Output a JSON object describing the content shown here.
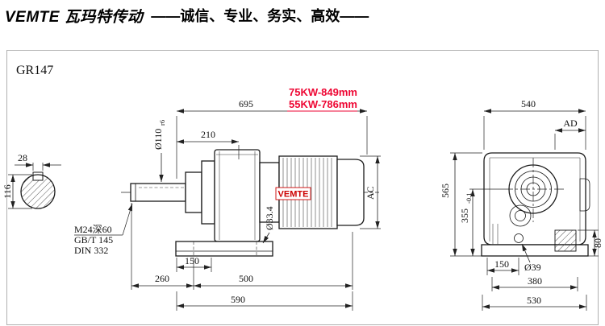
{
  "header": {
    "brand": "VEMTE 瓦玛特传动",
    "slogan": "——诚信、专业、务实、高效——"
  },
  "drawing": {
    "model": "GR147"
  },
  "annotations": {
    "power_75": "75KW-849mm",
    "power_55": "55KW-786mm",
    "motor_brand": "VEMTE"
  },
  "shaft_section": {
    "keyway_width": "28",
    "diameter": "116",
    "notes": [
      "M24深60",
      "GB/T 145",
      "DIN 332"
    ]
  },
  "side_view": {
    "overall_length": "695",
    "gear_unit_length": "210",
    "shaft_dia": "Ø110",
    "shaft_tol": "r6",
    "hole_dia": "Ø33.4",
    "motor_dia": "AC",
    "foot_hole_pitch": "150",
    "shaft_length": "260",
    "foot_length": "500",
    "base_length": "590"
  },
  "end_view": {
    "width": "540",
    "flange_dim": "AD",
    "height": "565",
    "axis_height": "355",
    "axis_height_tol": "-0.1",
    "foot_height": "80",
    "foot_hole_offset": "150",
    "foot_hole_dia": "Ø39",
    "foot_hole_pitch": "380",
    "base_width": "530"
  }
}
